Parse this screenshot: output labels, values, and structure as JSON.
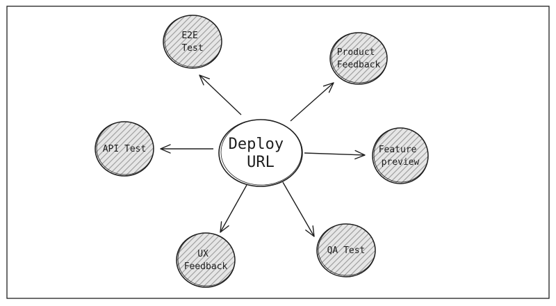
{
  "colors": {
    "stroke": "#1e1e1e",
    "hatch": "#9a9a9a",
    "fill": "#e6e6e6",
    "background": "#ffffff"
  },
  "center": {
    "lines": [
      "Deploy",
      "URL"
    ]
  },
  "nodes": [
    {
      "id": "e2e-test",
      "lines": [
        "E2E",
        "Test"
      ]
    },
    {
      "id": "product-feedback",
      "lines": [
        "Product",
        "Feedback"
      ]
    },
    {
      "id": "api-test",
      "lines": [
        "API Test"
      ]
    },
    {
      "id": "feature-preview",
      "lines": [
        "Feature",
        "preview"
      ]
    },
    {
      "id": "ux-feedback",
      "lines": [
        "UX",
        "Feedback"
      ]
    },
    {
      "id": "qa-test",
      "lines": [
        "QA Test"
      ]
    }
  ]
}
